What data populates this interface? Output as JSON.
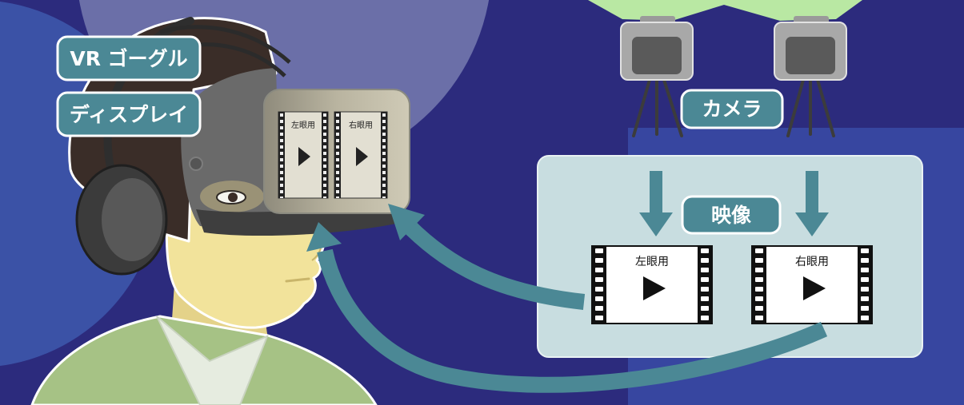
{
  "labels": {
    "vr_goggles": "VR ゴーグル",
    "display": "ディスプレイ",
    "camera": "カメラ",
    "video": "映像"
  },
  "film_frames": [
    {
      "caption": "左眼用"
    },
    {
      "caption": "右眼用"
    }
  ],
  "colors": {
    "background": "#2c2b7d",
    "label_fill": "#4b8895",
    "video_panel": "#c8dde0",
    "arrows": "#4b8895",
    "camera_view": "#b9e8a3",
    "goggles": "#6a6a6a",
    "skin": "#f2e39b",
    "shirt": "#a6c285"
  }
}
